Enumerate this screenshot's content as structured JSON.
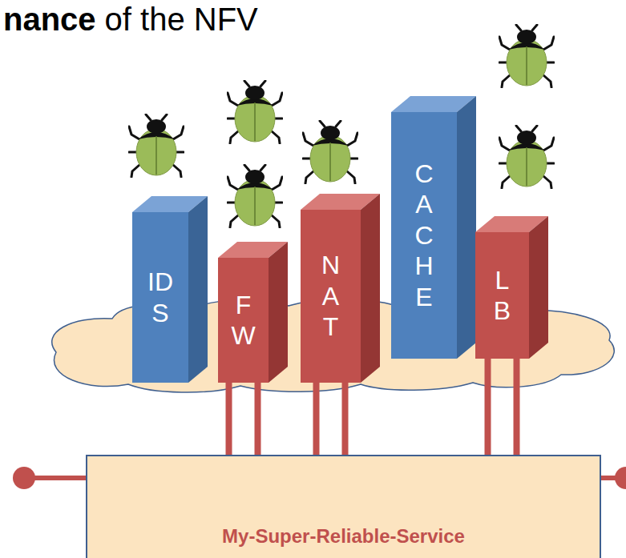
{
  "diagram": {
    "nodes": [
      {
        "text": [
          "IDS"
        ]
      },
      {
        "text": [
          "FW"
        ]
      },
      {
        "text": [
          "NAT"
        ]
      },
      {
        "text": [
          "CACHE"
        ]
      },
      {
        "text": [
          "LB"
        ]
      },
      {
        "text": [
          "My-Super-Reliable-Service"
        ]
      }
    ],
    "edges": [
      {
        "from": 1,
        "to": 5,
        "arrow": "none"
      },
      {
        "from": 2,
        "to": 5,
        "arrow": "none"
      },
      {
        "from": 4,
        "to": 5,
        "arrow": "none"
      }
    ],
    "labels": [
      "nance",
      "of the NFV"
    ]
  }
}
